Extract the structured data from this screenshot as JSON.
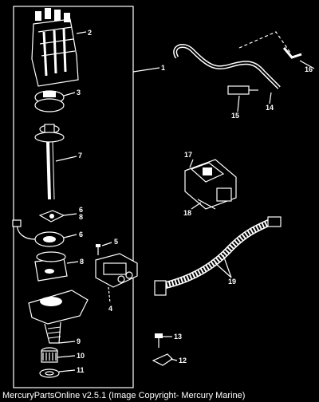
{
  "callouts": {
    "c1": "1",
    "c2": "2",
    "c3": "3",
    "c4": "4",
    "c5": "5",
    "c6a": "6",
    "c6b": "6",
    "c7": "7",
    "c8a": "8",
    "c8b": "8",
    "c9": "9",
    "c10": "10",
    "c11": "11",
    "c12": "12",
    "c13": "13",
    "c14": "14",
    "c15": "15",
    "c16": "16",
    "c17": "17",
    "c18": "18",
    "c19": "19"
  },
  "footer_text": "MercuryPartsOnline v2.5.1 (Image Copyright- Mercury Marine)"
}
